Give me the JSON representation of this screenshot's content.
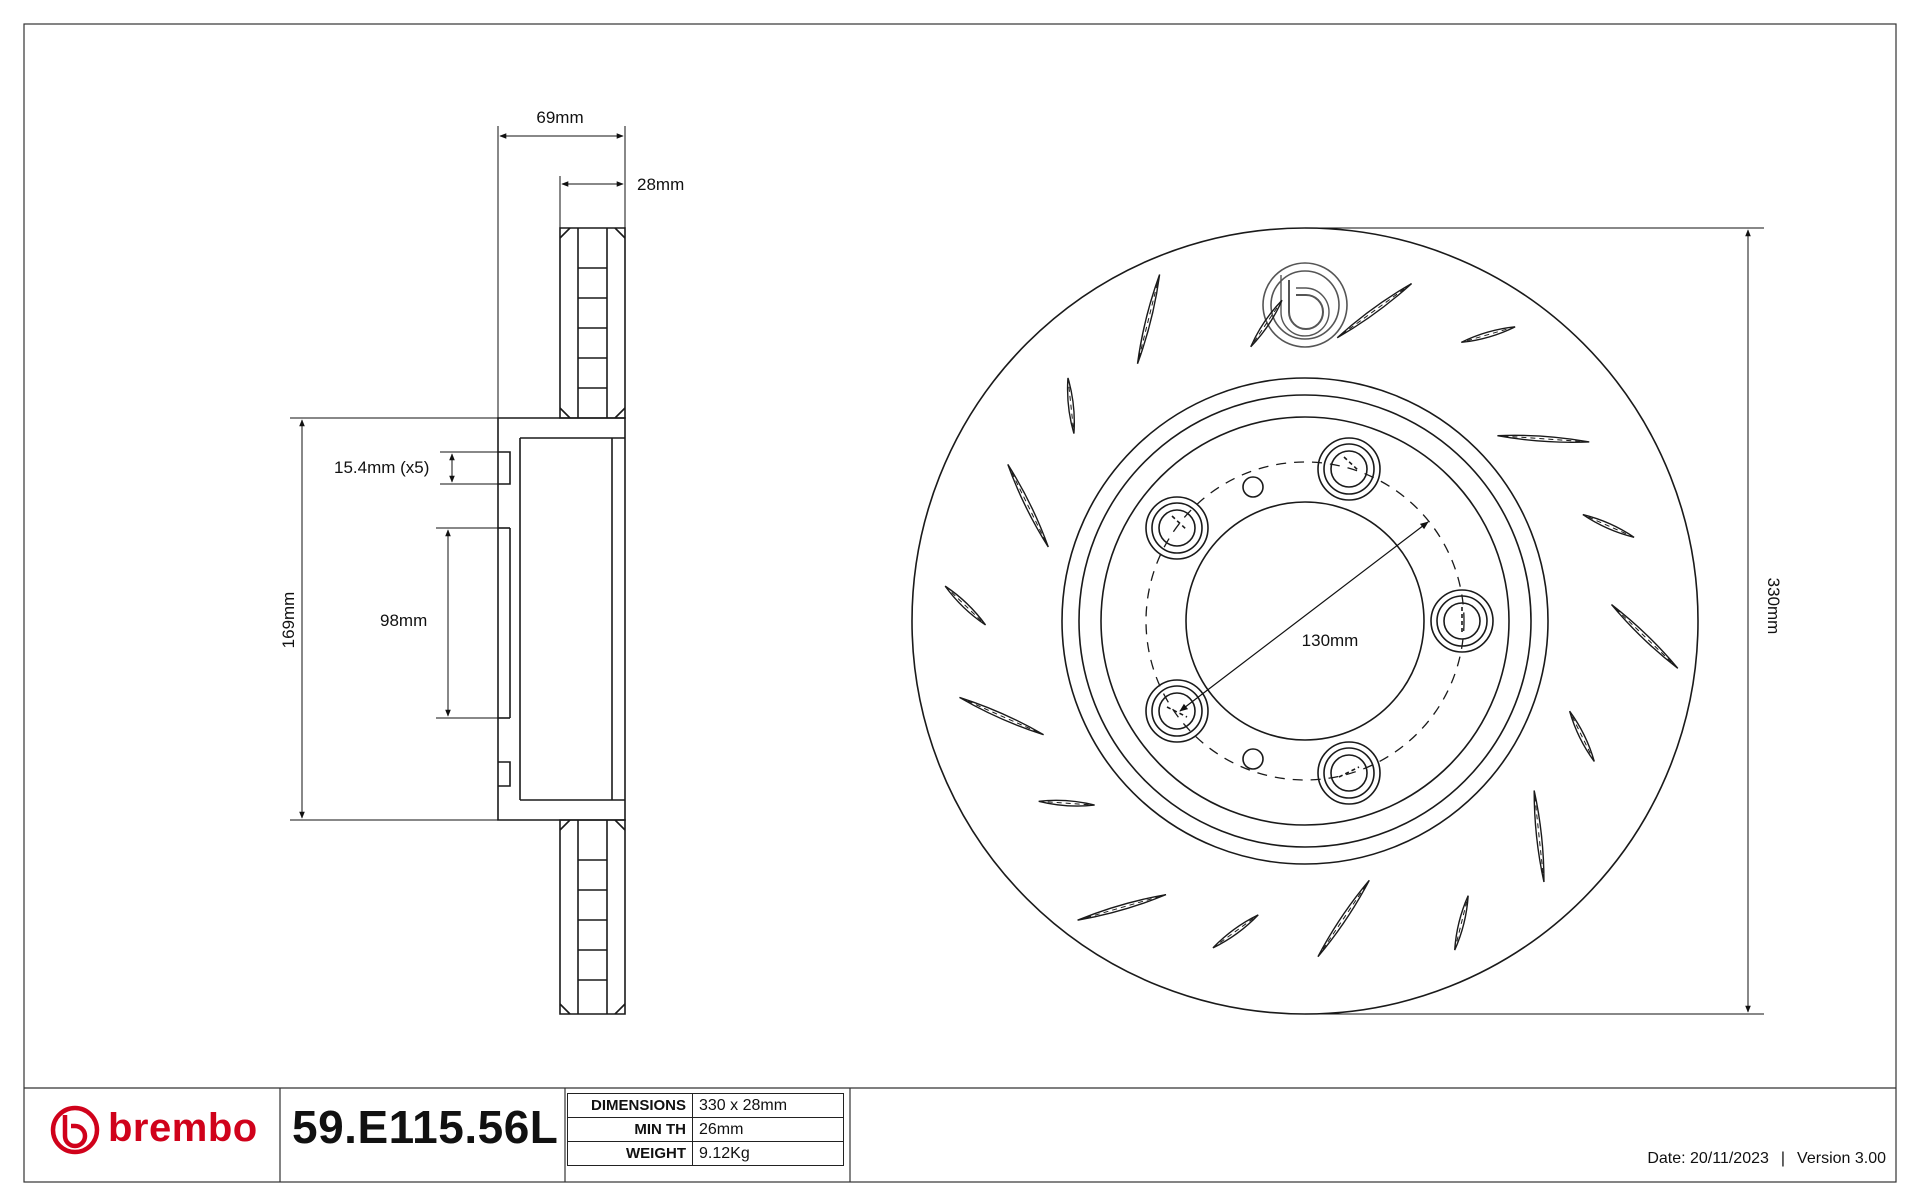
{
  "drawing": {
    "dimensions": {
      "hat_height": "69mm",
      "disc_thickness": "28mm",
      "bolt_hole_dia": "15.4mm (x5)",
      "center_bore": "98mm",
      "hub_dia": "169mm",
      "pcd": "130mm",
      "outer_dia": "330mm"
    }
  },
  "title_block": {
    "brand": "brembo",
    "part_number": "59.E115.56L",
    "specs": [
      {
        "label": "DIMENSIONS",
        "value": "330 x 28mm"
      },
      {
        "label": "MIN TH",
        "value": "26mm"
      },
      {
        "label": "WEIGHT",
        "value": "9.12Kg"
      }
    ],
    "date": "Date: 20/11/2023",
    "separator": "|",
    "version": "Version 3.00"
  },
  "colors": {
    "brand_red": "#d0021b",
    "line": "#1a1a1a"
  }
}
